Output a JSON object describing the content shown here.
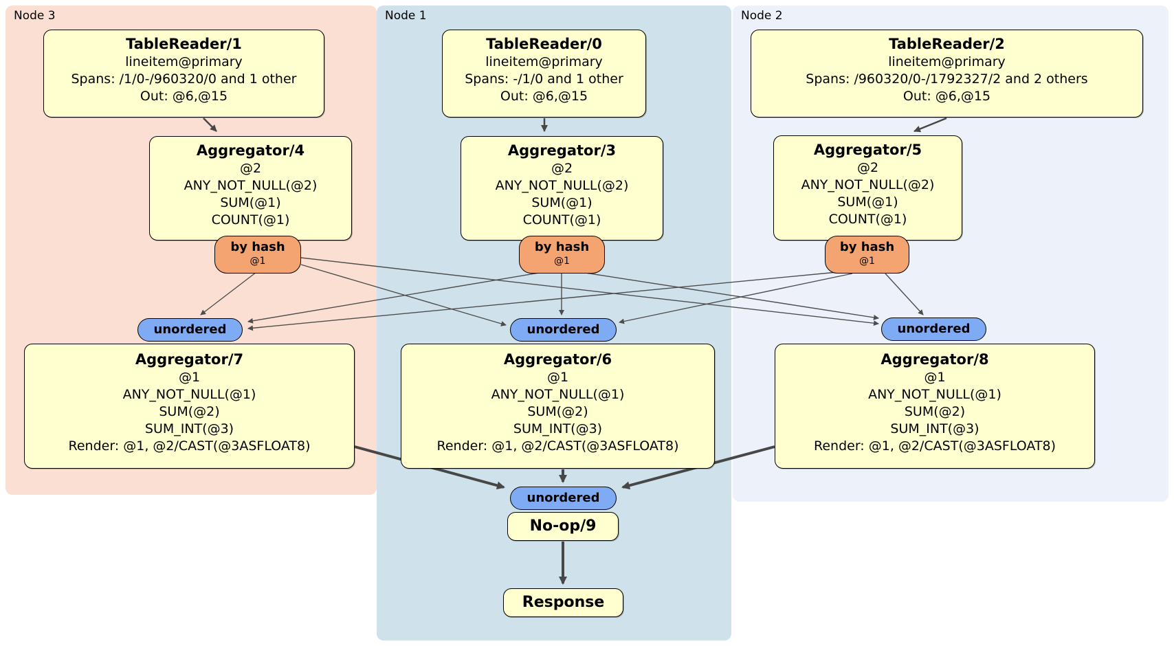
{
  "regions": {
    "node3": {
      "label": "Node 3",
      "bg": "#fbdfd2"
    },
    "node1": {
      "label": "Node 1",
      "bg": "#cfe1ea"
    },
    "node2": {
      "label": "Node 2",
      "bg": "#edf2fa"
    }
  },
  "processors": {
    "tablereader1": {
      "title": "TableReader/1",
      "lines": [
        "lineitem@primary",
        "Spans: /1/0-/960320/0 and 1 other",
        "Out: @6,@15"
      ]
    },
    "tablereader0": {
      "title": "TableReader/0",
      "lines": [
        "lineitem@primary",
        "Spans: -/1/0 and 1 other",
        "Out: @6,@15"
      ]
    },
    "tablereader2": {
      "title": "TableReader/2",
      "lines": [
        "lineitem@primary",
        "Spans: /960320/0-/1792327/2 and 2 others",
        "Out: @6,@15"
      ]
    },
    "aggregator4": {
      "title": "Aggregator/4",
      "lines": [
        "@2",
        "ANY_NOT_NULL(@2)",
        "SUM(@1)",
        "COUNT(@1)"
      ]
    },
    "aggregator3": {
      "title": "Aggregator/3",
      "lines": [
        "@2",
        "ANY_NOT_NULL(@2)",
        "SUM(@1)",
        "COUNT(@1)"
      ]
    },
    "aggregator5": {
      "title": "Aggregator/5",
      "lines": [
        "@2",
        "ANY_NOT_NULL(@2)",
        "SUM(@1)",
        "COUNT(@1)"
      ]
    },
    "aggregator7": {
      "title": "Aggregator/7",
      "lines": [
        "@1",
        "ANY_NOT_NULL(@1)",
        "SUM(@2)",
        "SUM_INT(@3)",
        "Render: @1, @2/CAST(@3ASFLOAT8)"
      ]
    },
    "aggregator6": {
      "title": "Aggregator/6",
      "lines": [
        "@1",
        "ANY_NOT_NULL(@1)",
        "SUM(@2)",
        "SUM_INT(@3)",
        "Render: @1, @2/CAST(@3ASFLOAT8)"
      ]
    },
    "aggregator8": {
      "title": "Aggregator/8",
      "lines": [
        "@1",
        "ANY_NOT_NULL(@1)",
        "SUM(@2)",
        "SUM_INT(@3)",
        "Render: @1, @2/CAST(@3ASFLOAT8)"
      ]
    },
    "noop9": {
      "title": "No-op/9"
    },
    "response": {
      "title": "Response"
    }
  },
  "routers": [
    {
      "label": "by hash",
      "key": "@1"
    },
    {
      "label": "by hash",
      "key": "@1"
    },
    {
      "label": "by hash",
      "key": "@1"
    }
  ],
  "streams": [
    {
      "label": "unordered"
    },
    {
      "label": "unordered"
    },
    {
      "label": "unordered"
    },
    {
      "label": "unordered"
    }
  ],
  "colors": {
    "processor_fill": "#ffffcf",
    "router_fill": "#f4a470",
    "stream_fill": "#7eabf3",
    "node3_bg": "#fbdfd2",
    "node1_bg": "#cfe1ea",
    "node2_bg": "#edf2fa",
    "edge": "#474747"
  }
}
